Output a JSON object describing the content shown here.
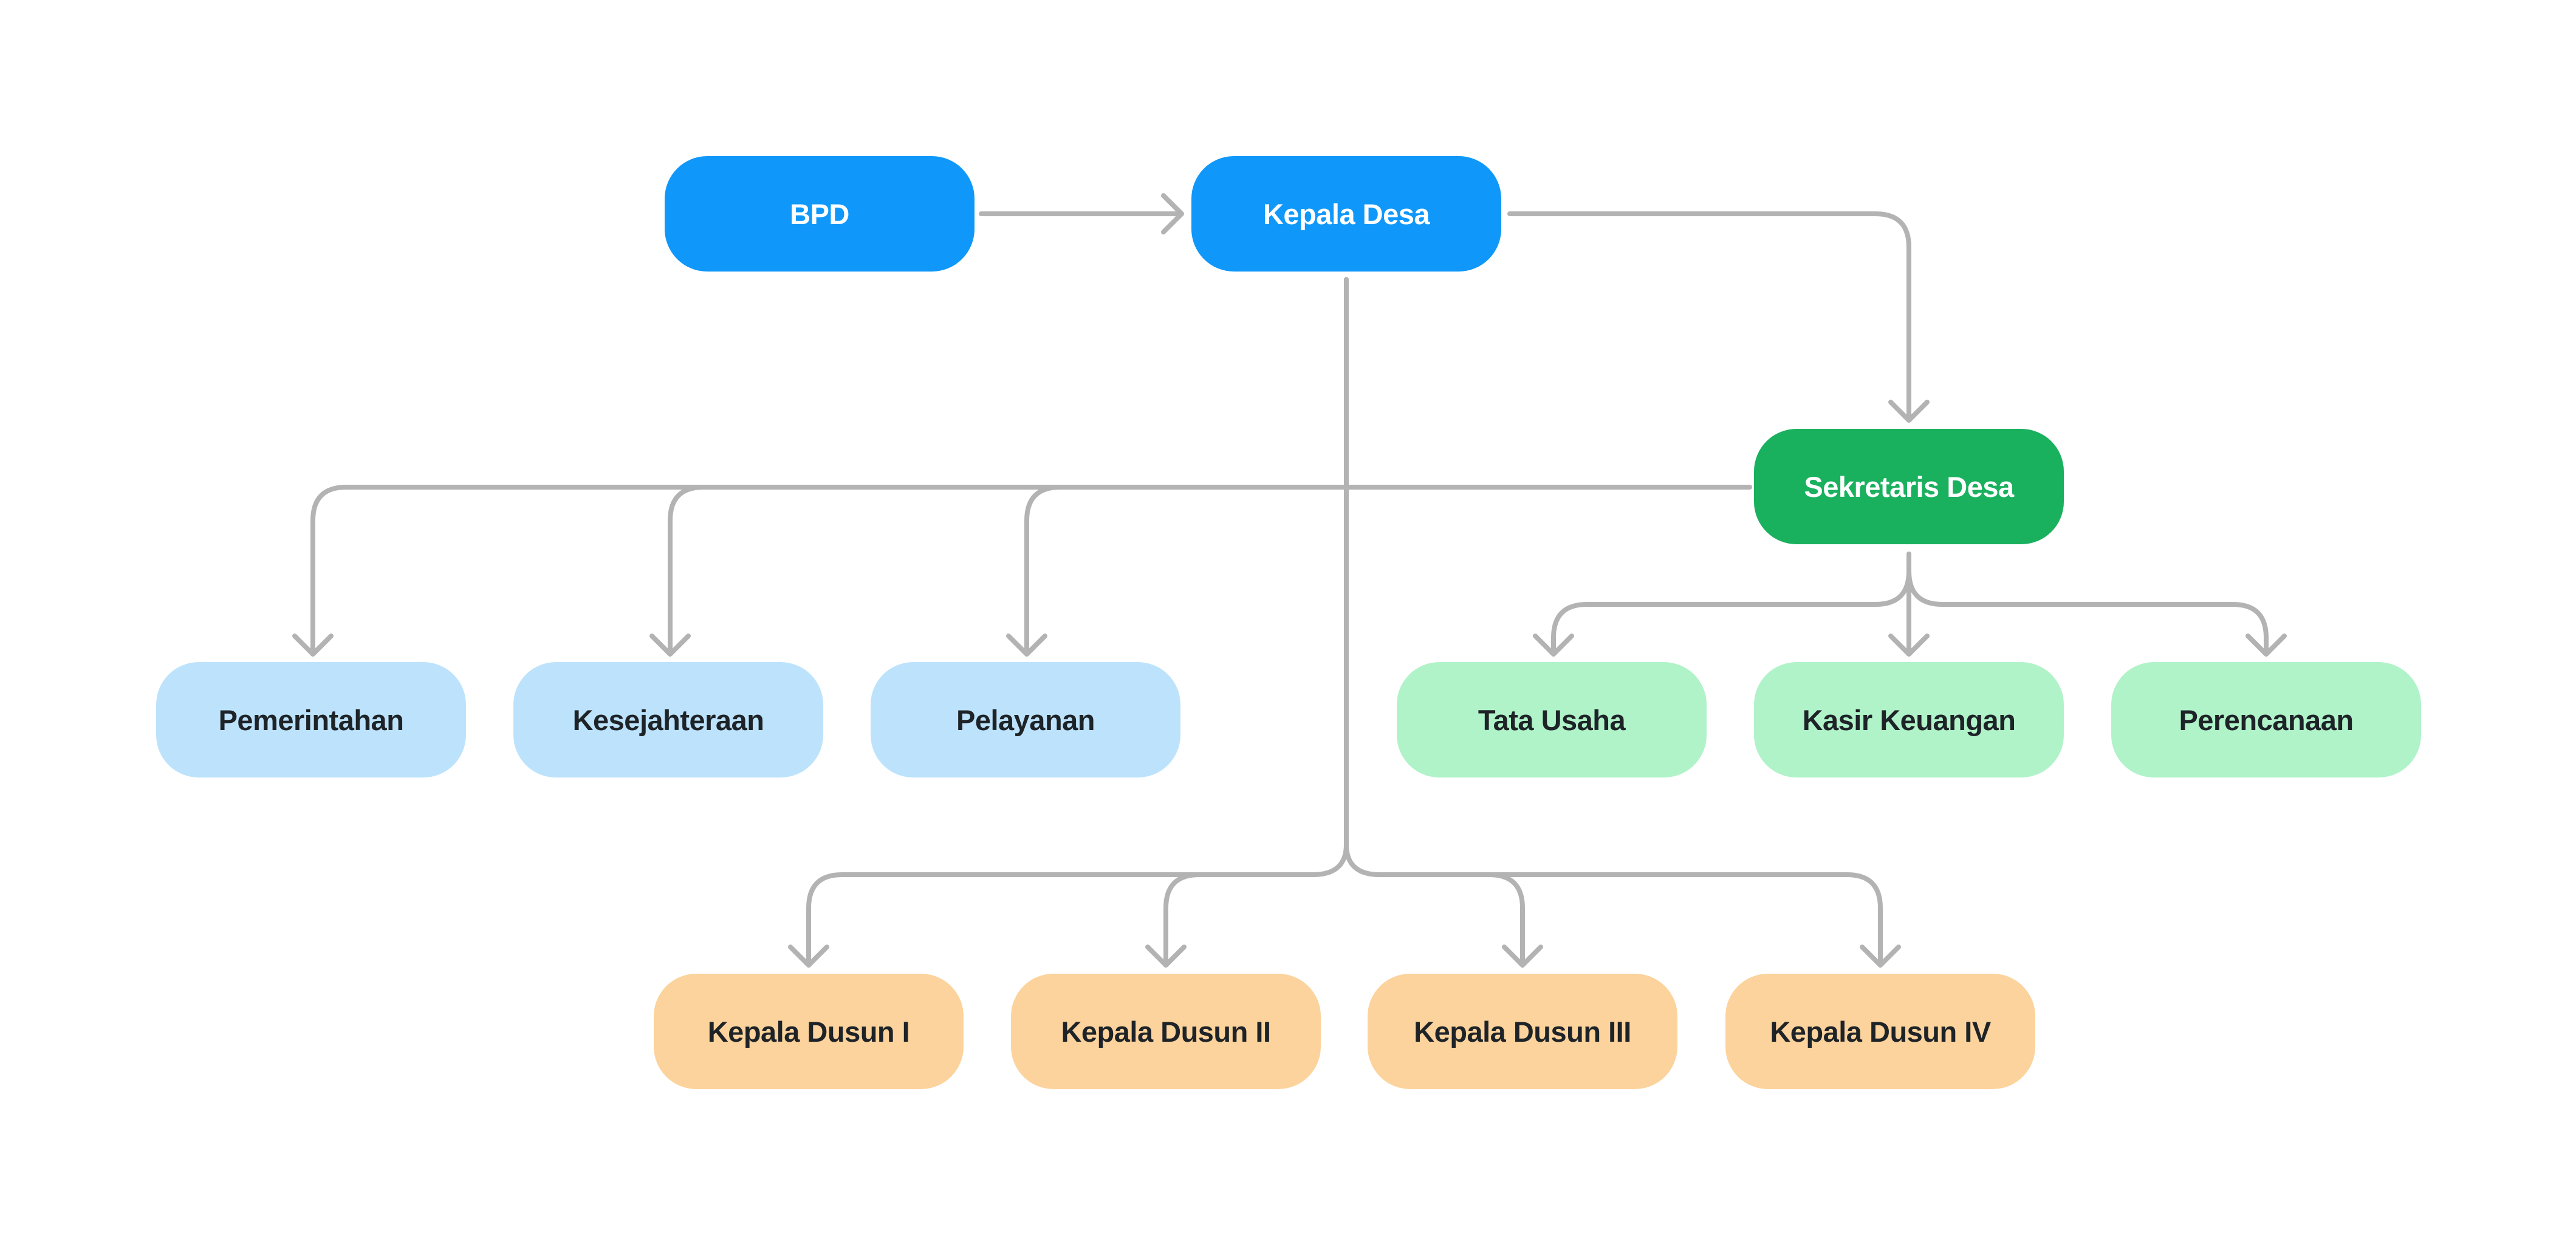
{
  "colors": {
    "primary": "#0f98fa",
    "secretary": "#19b05e",
    "division": "#bde3fc",
    "unit": "#b0f3c9",
    "hamlet": "#fcd39c",
    "connector": "#b3b3b3"
  },
  "nodes": {
    "bpd": "BPD",
    "kepala_desa": "Kepala Desa",
    "sekretaris_desa": "Sekretaris Desa",
    "pemerintahan": "Pemerintahan",
    "kesejahteraan": "Kesejahteraan",
    "pelayanan": "Pelayanan",
    "tata_usaha": "Tata Usaha",
    "kasir_keuangan": "Kasir Keuangan",
    "perencanaan": "Perencanaan",
    "kepala_dusun_1": "Kepala Dusun I",
    "kepala_dusun_2": "Kepala Dusun II",
    "kepala_dusun_3": "Kepala Dusun III",
    "kepala_dusun_4": "Kepala Dusun IV"
  },
  "edges": [
    {
      "from": "BPD",
      "to": "Kepala Desa"
    },
    {
      "from": "Kepala Desa",
      "to": "Sekretaris Desa"
    },
    {
      "from": "Sekretaris Desa",
      "to": "Pemerintahan"
    },
    {
      "from": "Sekretaris Desa",
      "to": "Kesejahteraan"
    },
    {
      "from": "Sekretaris Desa",
      "to": "Pelayanan"
    },
    {
      "from": "Sekretaris Desa",
      "to": "Tata Usaha"
    },
    {
      "from": "Sekretaris Desa",
      "to": "Kasir Keuangan"
    },
    {
      "from": "Sekretaris Desa",
      "to": "Perencanaan"
    },
    {
      "from": "Kepala Desa",
      "to": "Kepala Dusun I"
    },
    {
      "from": "Kepala Desa",
      "to": "Kepala Dusun II"
    },
    {
      "from": "Kepala Desa",
      "to": "Kepala Dusun III"
    },
    {
      "from": "Kepala Desa",
      "to": "Kepala Dusun IV"
    }
  ]
}
